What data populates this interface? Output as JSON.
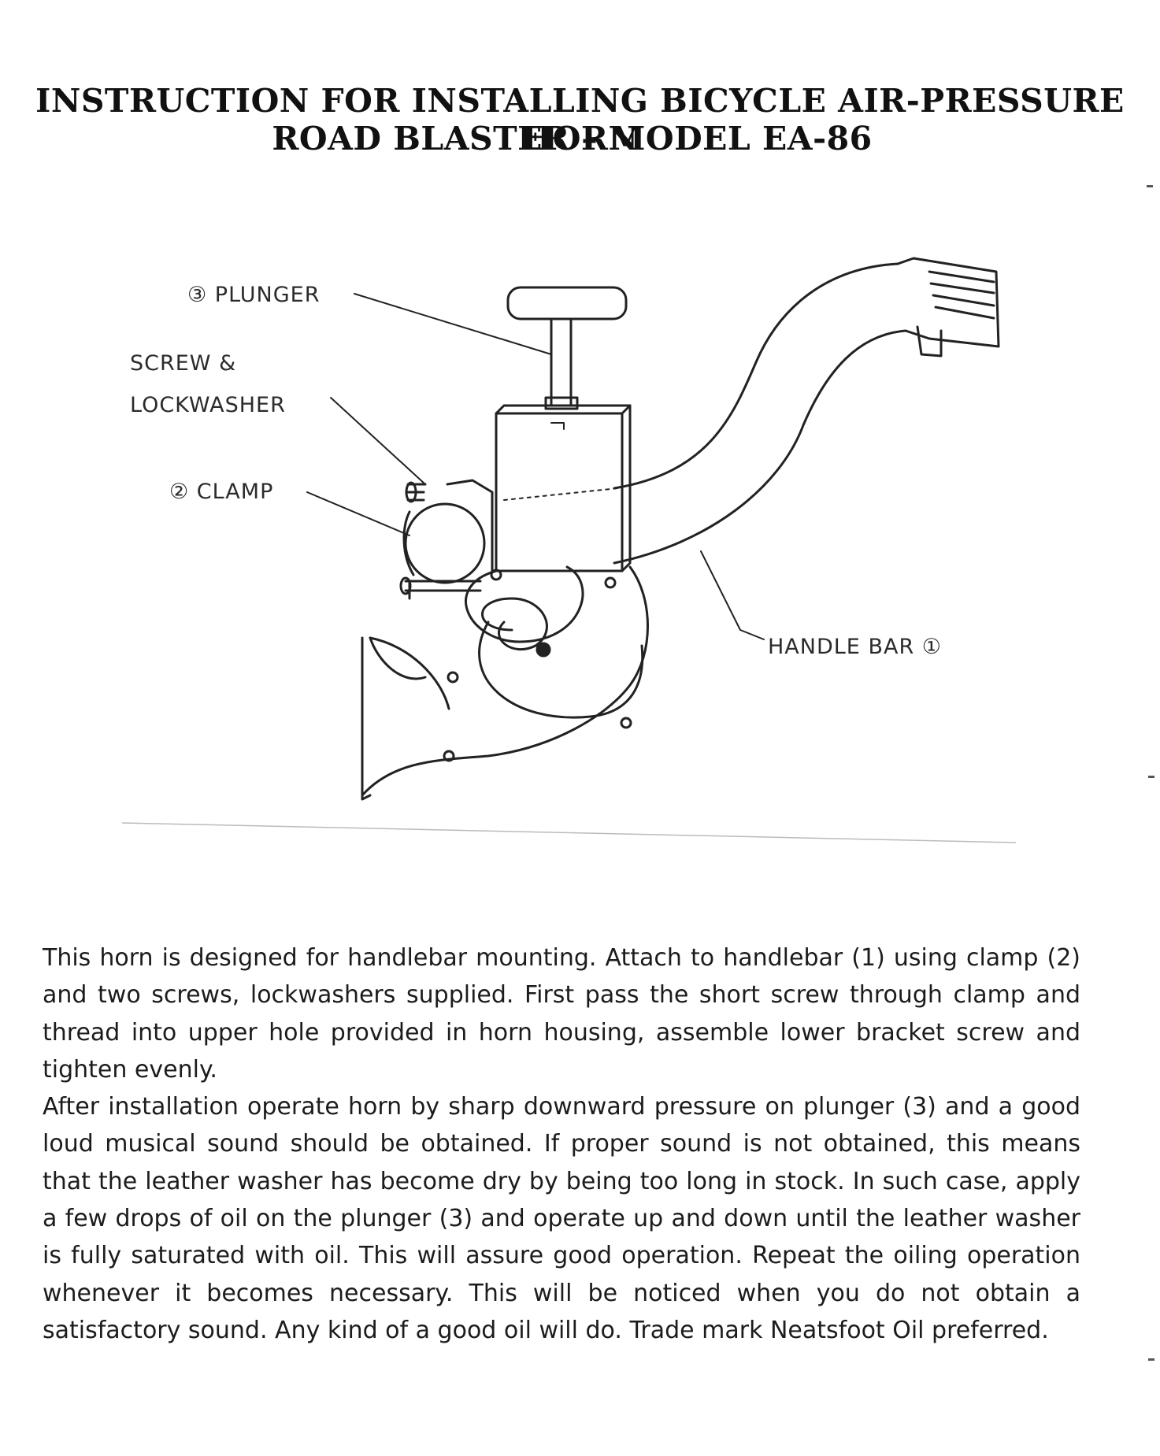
{
  "document": {
    "title_line1": "INSTRUCTION FOR INSTALLING BICYCLE AIR-PRESSURE HORN",
    "title_line2": "ROAD BLASTER – MODEL EA-86"
  },
  "diagram": {
    "labels": {
      "plunger": "③ PLUNGER",
      "screw_line1": "SCREW  &",
      "screw_line2": "LOCKWASHER",
      "clamp": "② CLAMP",
      "handle_bar": "HANDLE BAR ①"
    }
  },
  "body": {
    "paragraph1": "This horn is designed for handlebar mounting.  Attach to handlebar (1)  using clamp (2) and two screws, lockwashers supplied.  First pass the short screw through clamp and thread into upper hole provided in horn housing, assemble lower bracket screw and tighten evenly.",
    "paragraph2": "After installation operate horn by sharp downward pressure on plunger (3)  and a good loud musical sound should be obtained.  If proper sound is not obtained, this means that the leather washer has become dry by being too long in stock.  In such case, apply a few drops of oil on the plunger (3) and operate up and down until  the leather washer is fully saturated with oil.  This will assure good operation.  Repeat the oiling operation whenever it becomes necessary.  This will be noticed when you do not obtain a satisfactory sound.  Any kind of a good oil will do.  Trade mark Neatsfoot Oil preferred."
  }
}
